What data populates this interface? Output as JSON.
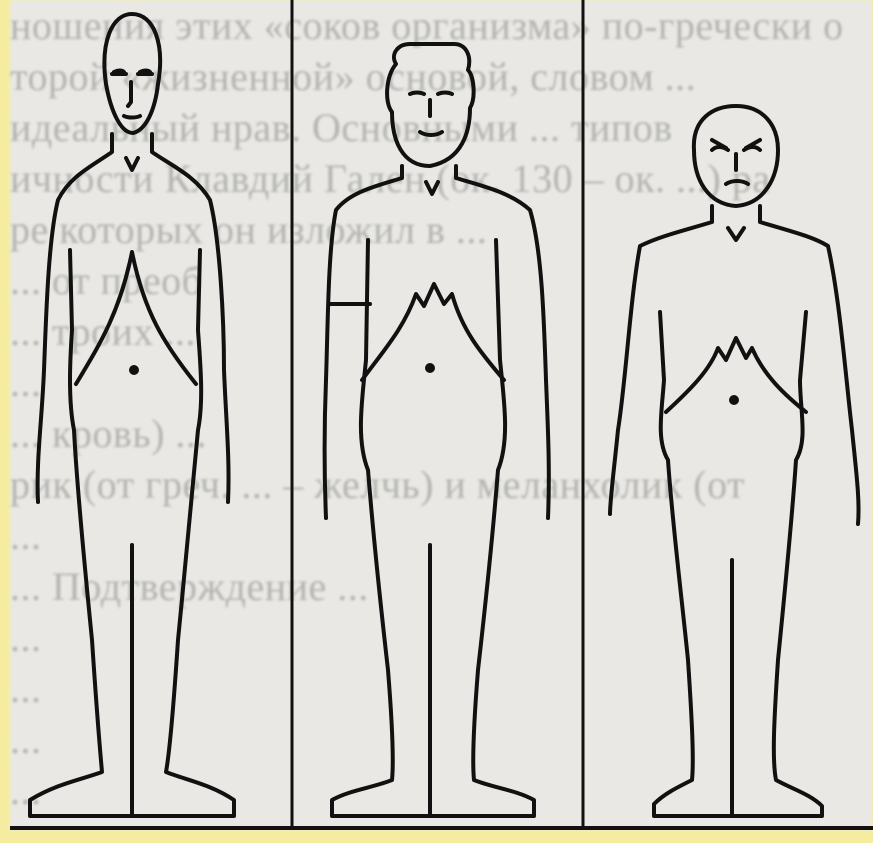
{
  "colors": {
    "frame": "#f6eca0",
    "paper": "#e9e8e4",
    "ink": "#111111",
    "faded_text": "#b3b3b0"
  },
  "background_text": [
    "ношения этих «соков организма» по-гречески о",
    "торой «жизненной» основой, словом ...",
    "идеальный нрав. Основными ... типов",
    "ичности Клавдий Гален (ок. 130 – ок. ...) ра",
    "ре которых он изложил в ... ",
    "... от преоб",
    "... троих ...",
    "... ",
    "... кровь) ...",
    "рик (от греч. ... – желчь) и меланхолик (от",
    "... ",
    "... Подтверждение ...",
    "... ",
    "... ",
    "... ",
    "... ",
    "... "
  ],
  "figures": [
    {
      "name": "figure-tall-thin"
    },
    {
      "name": "figure-broad"
    },
    {
      "name": "figure-short"
    }
  ]
}
